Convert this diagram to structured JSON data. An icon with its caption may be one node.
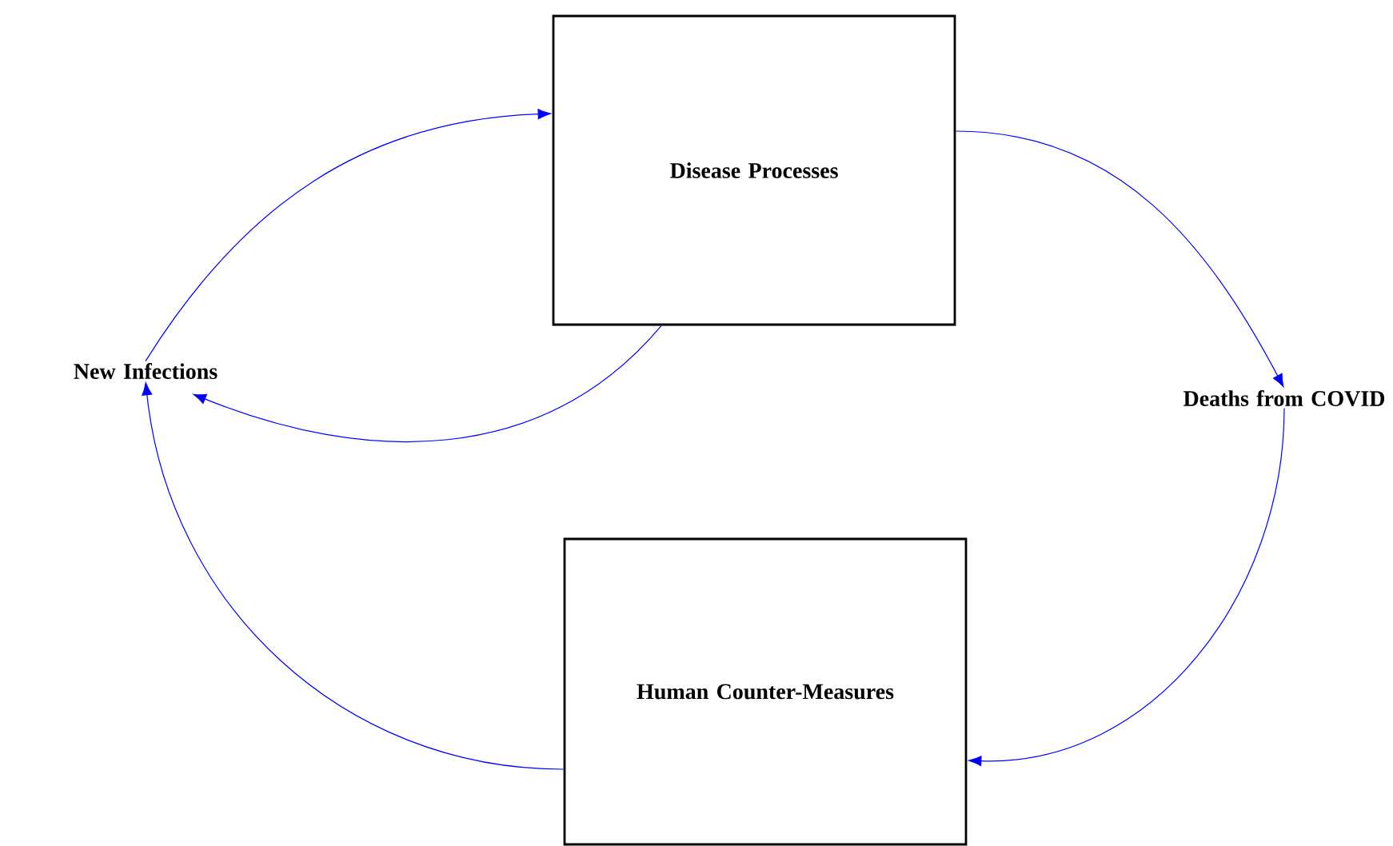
{
  "diagram": {
    "nodes": [
      {
        "text": [
          "Disease Processes"
        ]
      },
      {
        "text": [
          "New Infections"
        ]
      },
      {
        "text": [
          "Deaths from COVID"
        ]
      },
      {
        "text": [
          "Human Counter-Measures"
        ]
      }
    ],
    "edges": [
      {
        "from": 1,
        "to": 0,
        "arrow": "to"
      },
      {
        "from": 0,
        "to": 1,
        "arrow": "to"
      },
      {
        "from": 0,
        "to": 2,
        "arrow": "to"
      },
      {
        "from": 2,
        "to": 3,
        "arrow": "to"
      },
      {
        "from": 3,
        "to": 1,
        "arrow": "to"
      }
    ]
  }
}
